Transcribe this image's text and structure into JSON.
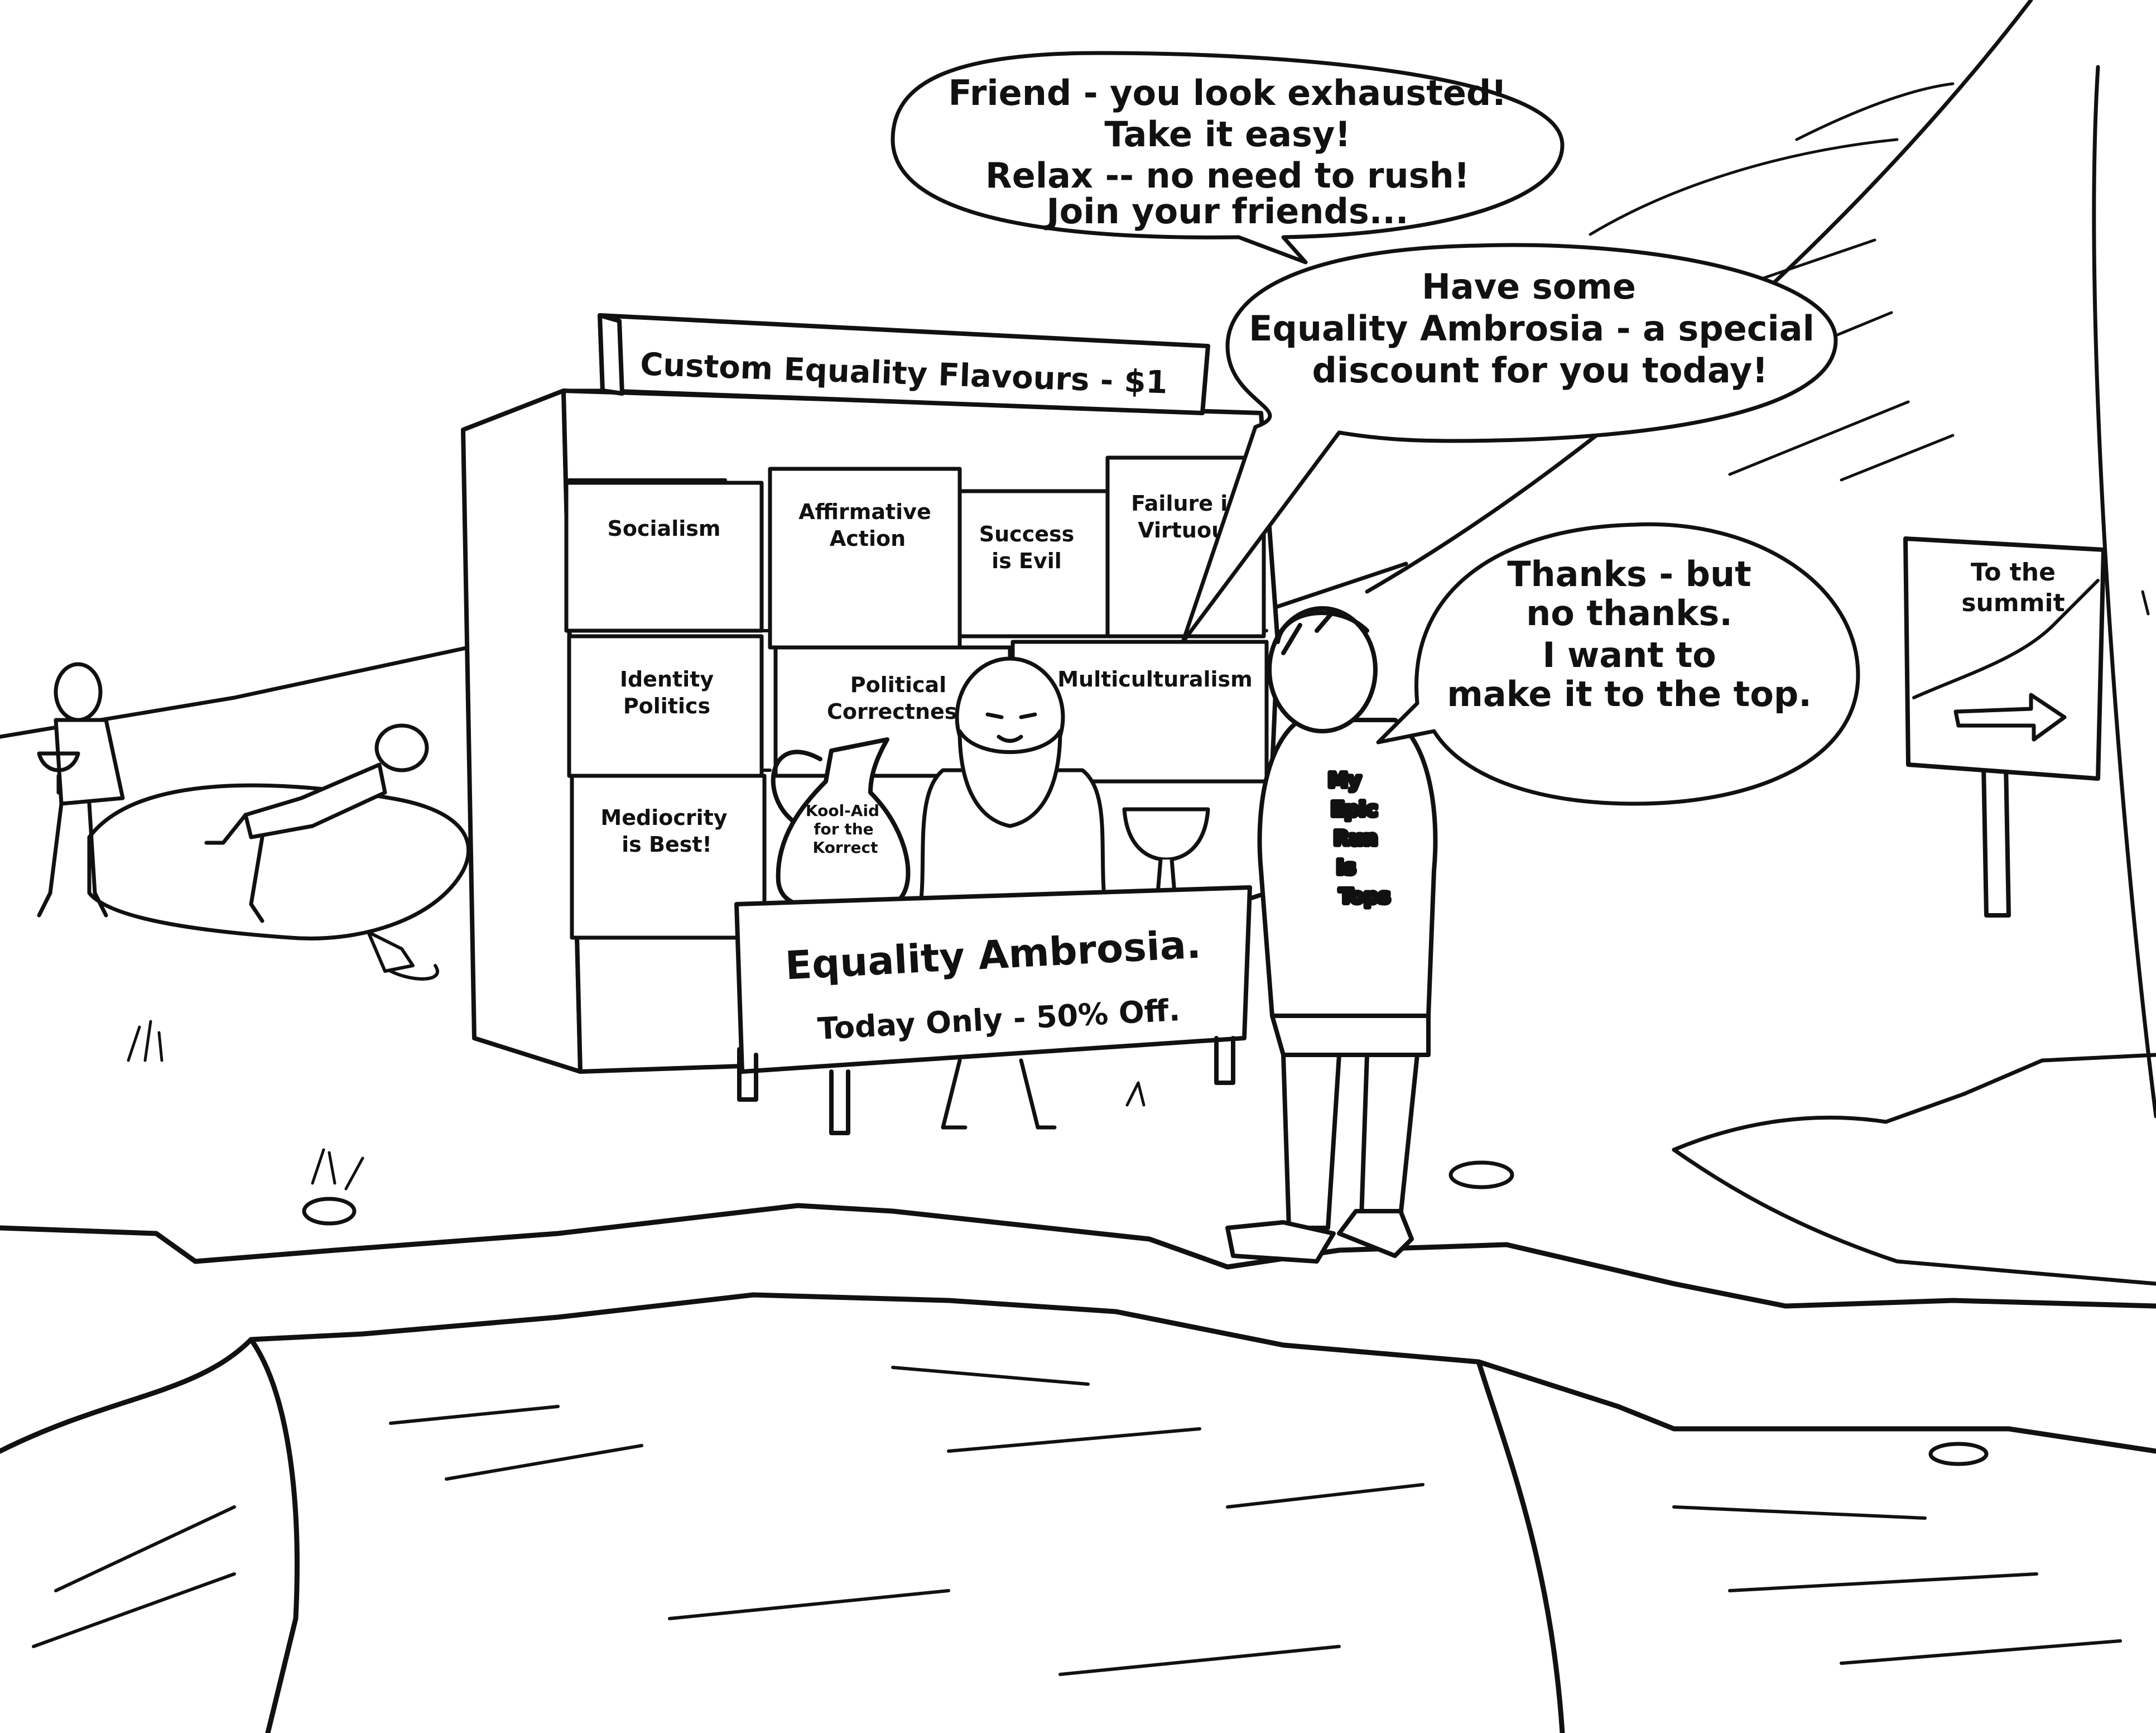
{
  "bubbles": {
    "vendor_greeting": [
      "Friend - you look exhausted!",
      "Take it easy!",
      "Relax -- no need to rush!",
      "Join your friends..."
    ],
    "vendor_offer": [
      "Have some",
      "Equality Ambrosia - a special",
      "discount for you today!"
    ],
    "runner_reply": [
      "Thanks - but",
      "no thanks.",
      "I want to",
      "make it to the top."
    ]
  },
  "stall": {
    "top_sign": "Custom Equality Flavours - $1",
    "boxes": {
      "socialism": [
        "Socialism"
      ],
      "affirmative_action": [
        "Affirmative",
        "Action"
      ],
      "success_is_evil": [
        "Success",
        "is Evil"
      ],
      "failure_is_virtuous": [
        "Failure is",
        "Virtuous"
      ],
      "identity_politics": [
        "Identity",
        "Politics"
      ],
      "political_correctness": [
        "Political",
        "Correctness"
      ],
      "multiculturalism": [
        "Multiculturalism"
      ],
      "mediocrity_is_best": [
        "Mediocrity",
        "is Best!"
      ]
    },
    "jug_label": [
      "Kool-Aid",
      "for the",
      "Korrect"
    ],
    "counter_sign": {
      "title": "Equality Ambrosia.",
      "subtitle": "Today Only - 50% Off."
    }
  },
  "runner_shirt": [
    "My",
    "Epic",
    "Run",
    "Is",
    "Tops"
  ],
  "signpost": [
    "To the",
    "summit"
  ],
  "colors": {
    "ink": "#111111",
    "paper": "#ffffff"
  }
}
